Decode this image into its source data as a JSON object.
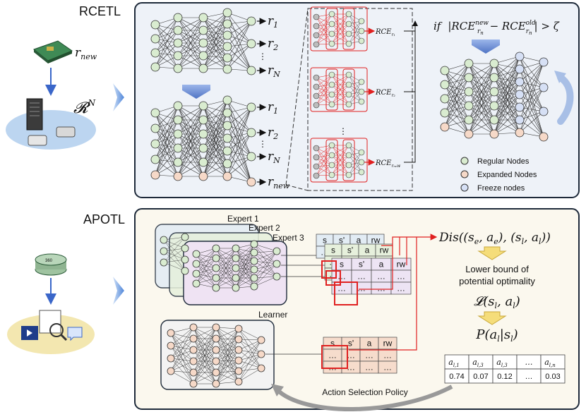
{
  "sections": {
    "top_label": "RCETL",
    "bottom_label": "APOTL"
  },
  "left_top": {
    "r_new": "r",
    "r_new_sub": "new",
    "RN": "𝓡",
    "RN_sup": "N"
  },
  "rcetl": {
    "outputs_top": [
      "r",
      "r",
      "r"
    ],
    "outputs_top_sub": [
      "1",
      "2",
      "N"
    ],
    "outputs_bottom": [
      "r",
      "r",
      "r",
      "r"
    ],
    "outputs_bottom_sub": [
      "1",
      "2",
      "N",
      "new"
    ],
    "rce_labels": [
      "RCE",
      "RCE",
      "RCE"
    ],
    "rce_subs": [
      "r₁",
      "r₂",
      "rₙₑw"
    ],
    "condition": "if  |RCE",
    "condition_full": "if |RCE^{new}_{r_n} − RCE^{old}_{r_n}| > ζ",
    "legend": [
      "Regular Nodes",
      "Expanded Nodes",
      "Freeze nodes"
    ],
    "ellipsis": "⋮"
  },
  "apotl": {
    "experts": [
      "Expert 1",
      "Expert 2",
      "Expert 3"
    ],
    "learner": "Learner",
    "table_header": [
      "s",
      "s'",
      "a",
      "rw"
    ],
    "table_dots": "…",
    "dis": "Dis((s_e, a_e), (s_l, a_l))",
    "lower_bound": [
      "Lower bound of",
      "potential optimality"
    ],
    "L": "𝓛(s_l, a_l)",
    "P": "P(a_l|s_l)",
    "prob_header": [
      "a_l,1",
      "a_l,3",
      "a_l,3",
      "…",
      "a_l,n"
    ],
    "prob_values": [
      "0.74",
      "0.07",
      "0.12",
      "…",
      "0.03"
    ],
    "policy": "Action Selection Policy"
  },
  "colors": {
    "panel_bg": "#eef2f8",
    "panel_stroke": "#1e2a3a",
    "regular": "#d9ecd0",
    "expanded": "#f6d9c8",
    "freeze": "#d6e0f5",
    "red": "#e02020",
    "arrow_blue": "#6f8fd6",
    "yellow": "#f5dd7a"
  }
}
